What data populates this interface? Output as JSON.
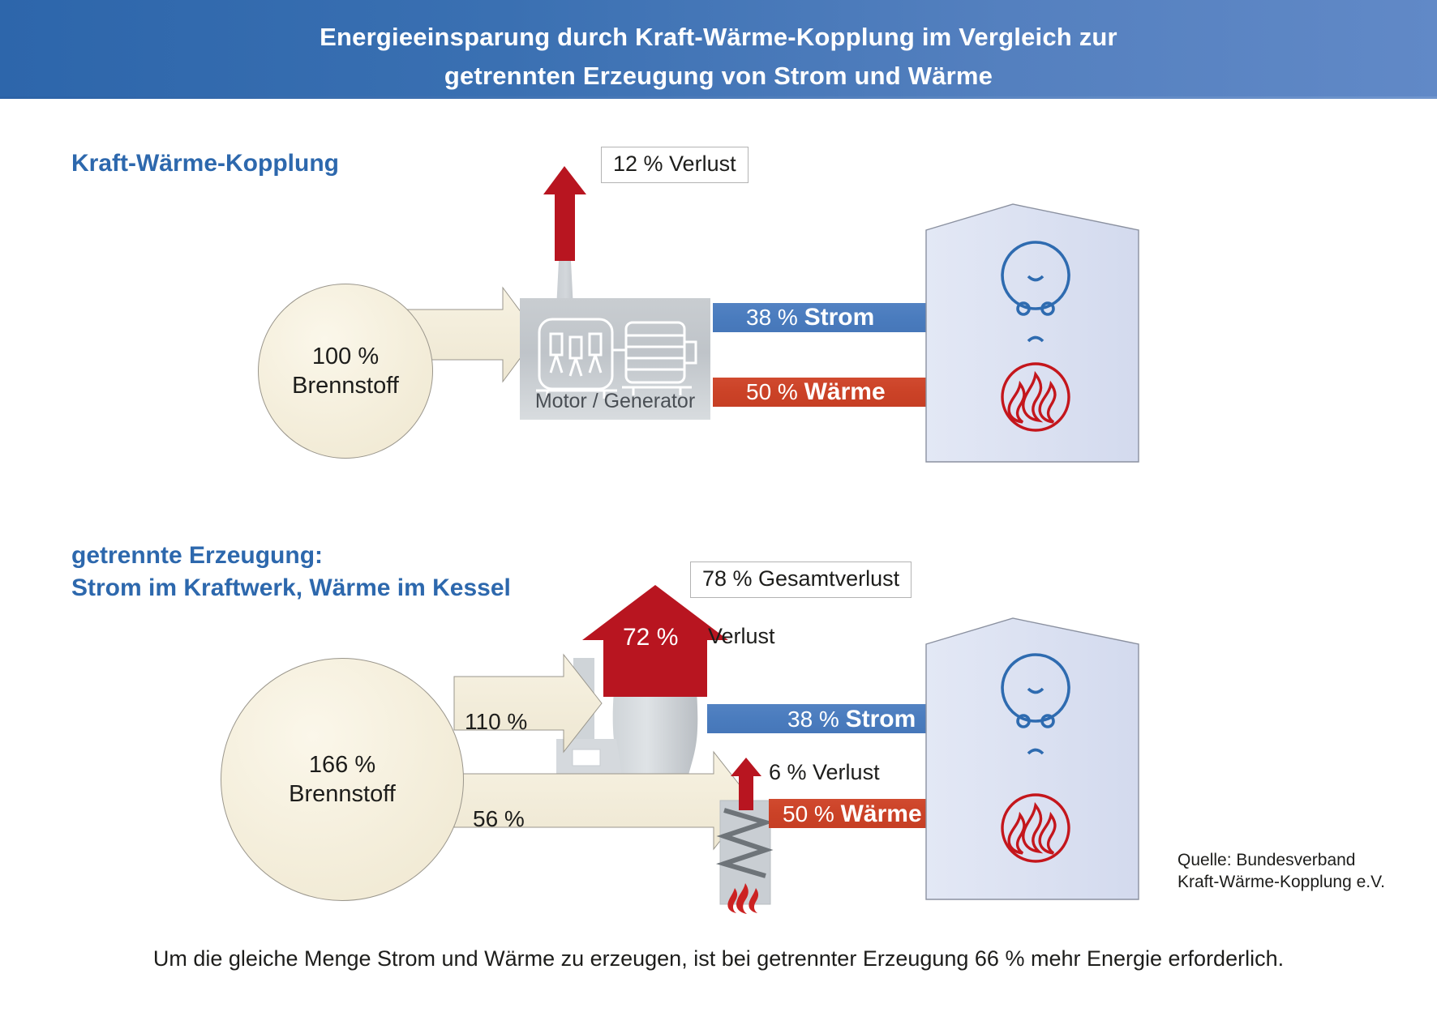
{
  "header": {
    "title_line1": "Energieeinsparung durch Kraft-Wärme-Kopplung im Vergleich zur",
    "title_line2": "getrennten Erzeugung von Strom und Wärme",
    "bg_from": "#2d66ab",
    "bg_to": "#6189c7"
  },
  "colors": {
    "brand_blue": "#2d68ad",
    "arrow_blue": "#4a7cbe",
    "arrow_red": "#c8402a",
    "loss_red": "#b81520",
    "fuel_cream": "#f4eedb",
    "plant_gray": "#c5cacf",
    "house_fill": "#dde3f2",
    "text_dark": "#1d1d1b"
  },
  "chp": {
    "section_title": "Kraft-Wärme-Kopplung",
    "fuel": {
      "percent": "100 %",
      "label": "Brennstoff"
    },
    "plant_caption": "Motor / Generator",
    "loss_box": "12 % Verlust",
    "outputs": [
      {
        "percent": "38 %",
        "label": "Strom",
        "color": "#4a7cbe"
      },
      {
        "percent": "50 %",
        "label": "Wärme",
        "color": "#c8402a"
      }
    ],
    "house_icons": [
      "socket-icon",
      "flame-icon"
    ]
  },
  "separate": {
    "section_title": "getrennte Erzeugung:\nStrom im Kraftwerk, Wärme im Kessel",
    "fuel": {
      "percent": "166 %",
      "label": "Brennstoff"
    },
    "total_loss_box": "78 % Gesamtverlust",
    "power_plant": {
      "input_percent": "110 %",
      "loss_percent": "72 %",
      "loss_label": "Verlust",
      "output": {
        "percent": "38 %",
        "label": "Strom",
        "color": "#4a7cbe"
      }
    },
    "boiler": {
      "input_percent": "56 %",
      "loss_label": "6 % Verlust",
      "output": {
        "percent": "50 %",
        "label": "Wärme",
        "color": "#c8402a"
      }
    },
    "house_icons": [
      "socket-icon",
      "flame-icon"
    ]
  },
  "source": "Quelle: Bundesverband\nKraft-Wärme-Kopplung e.V.",
  "footer": "Um die gleiche Menge Strom und Wärme zu erzeugen, ist bei getrennter Erzeugung 66 % mehr Energie erforderlich."
}
